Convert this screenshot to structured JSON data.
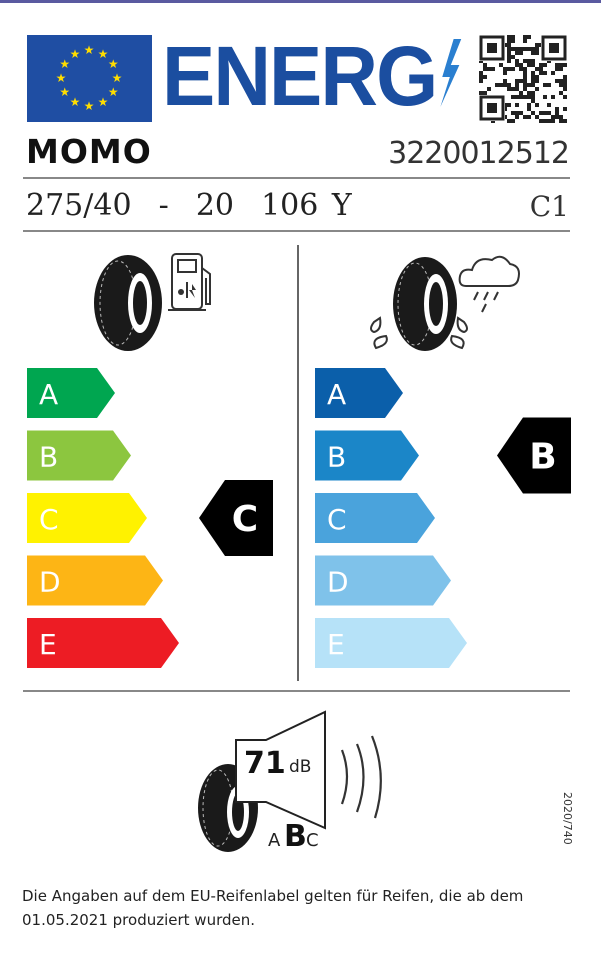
{
  "header": {
    "title": "ENERG",
    "brand": "MOMO",
    "article_number": "3220012512"
  },
  "tyre": {
    "size": "275/40  -  20  106 Y",
    "class": "C1"
  },
  "fuel_efficiency": {
    "scale": [
      "A",
      "B",
      "C",
      "D",
      "E"
    ],
    "colors": [
      "#00a650",
      "#8cc63f",
      "#fff200",
      "#fdb515",
      "#ed1c24"
    ],
    "rating": "C"
  },
  "wet_grip": {
    "scale": [
      "A",
      "B",
      "C",
      "D",
      "E"
    ],
    "colors": [
      "#0b5faa",
      "#1b86c8",
      "#4aa3dc",
      "#7fc2ea",
      "#b6e2f8"
    ],
    "rating": "B"
  },
  "noise": {
    "value": "71",
    "unit": "dB",
    "classes": [
      "A",
      "B",
      "C"
    ],
    "rating": "B"
  },
  "regulation": "2020/740",
  "footer": "Die Angaben auf dem EU-Reifenlabel gelten für Reifen, die ab dem 01.05.2021 produziert wurden."
}
